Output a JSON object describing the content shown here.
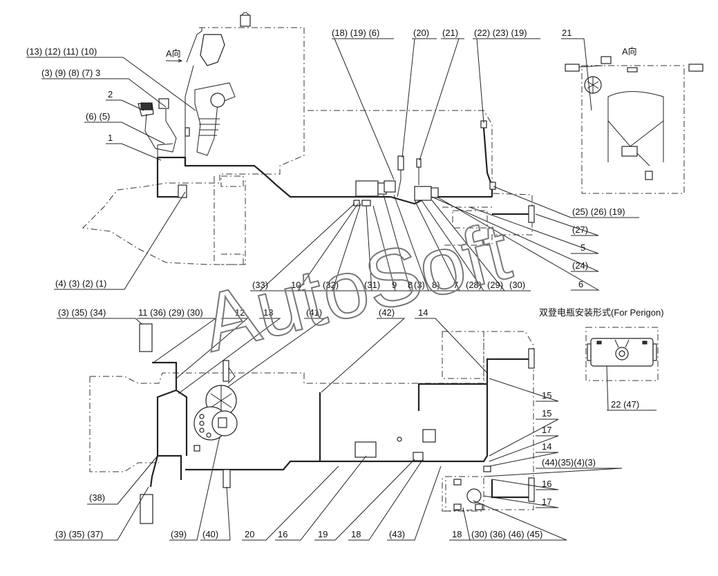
{
  "watermark": "AutoSoft",
  "view_label": "A向",
  "view_label_detail": "A向",
  "battery_title": "双登电瓶安装形式(For Perigon)",
  "battery_label": "22 (47)",
  "top_labels": [
    "(13) (12) (11) (10)",
    "(3) (9) (8) (7) 3",
    "2",
    "(6) (5)",
    "1",
    "(4) (3) (2) (1)",
    "(18) (19) (6)",
    "(20)",
    "(21)",
    "(22) (23) (19)",
    "21",
    "(25) (26) (19)",
    "(27)",
    "5",
    "(24)",
    "6"
  ],
  "mid_labels": [
    "(33)",
    "10",
    "(32)",
    "(31)",
    "9",
    "8",
    "(3)",
    "8)",
    "7",
    "(28)",
    "(29)",
    "(30)"
  ],
  "bottom_labels": [
    "(3) (35) (34)",
    "11 (36) (29) (30)",
    "12",
    "13",
    "(41)",
    "(42)",
    "14",
    "15",
    "15",
    "17",
    "14",
    "(44)(35)(4)(3)",
    "16",
    "17",
    "(38)",
    "(3) (35) (37)",
    "(39)",
    "(40)",
    "20",
    "16",
    "19",
    "18",
    "(43)",
    "18",
    "(30) (36) (46) (45)"
  ],
  "colors": {
    "line": "#222222",
    "background": "#ffffff",
    "watermark": "#777777"
  }
}
